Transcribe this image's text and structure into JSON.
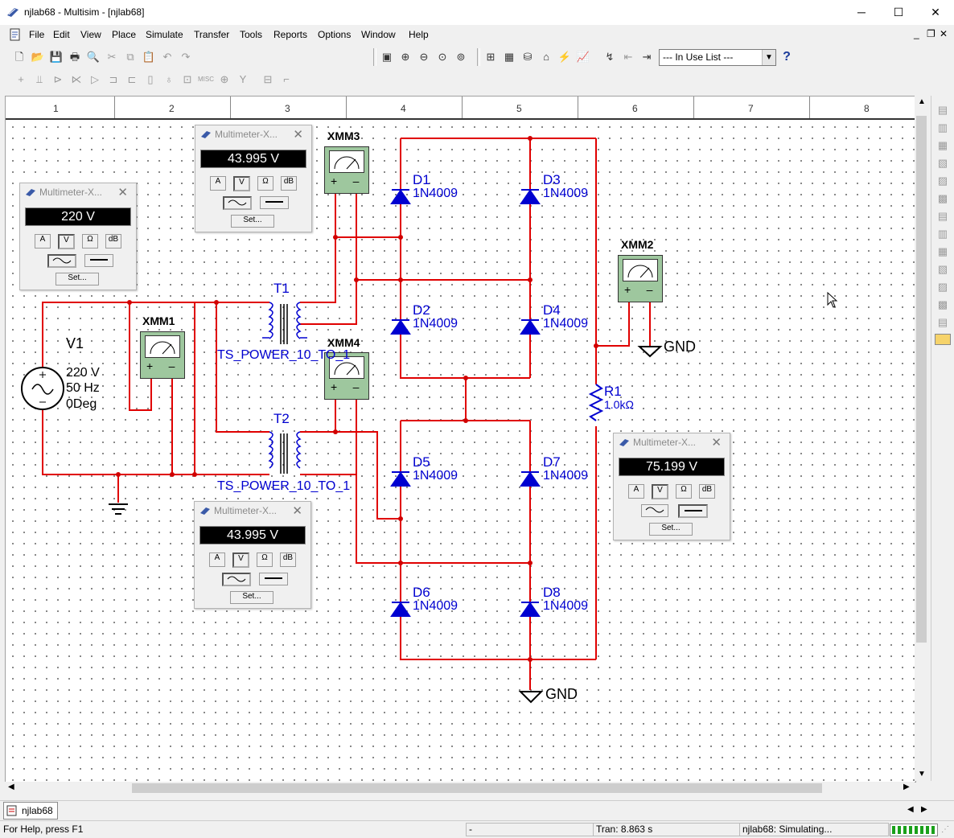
{
  "window": {
    "title": "njlab68 - Multisim - [njlab68]"
  },
  "menu": [
    "File",
    "Edit",
    "View",
    "Place",
    "Simulate",
    "Transfer",
    "Tools",
    "Reports",
    "Options",
    "Window",
    "Help"
  ],
  "toolbar": {
    "in_use_list": "--- In Use List ---",
    "misc_label": "MISC"
  },
  "ruler": [
    "1",
    "2",
    "3",
    "4",
    "5",
    "6",
    "7",
    "8"
  ],
  "components": {
    "V1": {
      "name": "V1",
      "lines": [
        "220 V",
        "50 Hz",
        "0Deg"
      ]
    },
    "T1": {
      "name": "T1",
      "model": "TS_POWER_10_TO_1"
    },
    "T2": {
      "name": "T2",
      "model": "TS_POWER_10_TO_1"
    },
    "R1": {
      "name": "R1",
      "value": "1.0kΩ"
    },
    "diodes": [
      {
        "name": "D1",
        "model": "1N4009"
      },
      {
        "name": "D2",
        "model": "1N4009"
      },
      {
        "name": "D3",
        "model": "1N4009"
      },
      {
        "name": "D4",
        "model": "1N4009"
      },
      {
        "name": "D5",
        "model": "1N4009"
      },
      {
        "name": "D6",
        "model": "1N4009"
      },
      {
        "name": "D7",
        "model": "1N4009"
      },
      {
        "name": "D8",
        "model": "1N4009"
      }
    ],
    "gnd_label": "GND",
    "xmm": [
      "XMM1",
      "XMM2",
      "XMM3",
      "XMM4"
    ]
  },
  "multimeters": [
    {
      "id": "mm-1",
      "title": "Multimeter-X...",
      "reading": "220 V"
    },
    {
      "id": "mm-2",
      "title": "Multimeter-X...",
      "reading": "43.995 V"
    },
    {
      "id": "mm-3",
      "title": "Multimeter-X...",
      "reading": "43.995 V"
    },
    {
      "id": "mm-4",
      "title": "Multimeter-X...",
      "reading": "75.199 V"
    }
  ],
  "mm_buttons": {
    "a": "A",
    "v": "V",
    "ohm": "Ω",
    "db": "dB",
    "set": "Set..."
  },
  "tab": {
    "label": "njlab68"
  },
  "status": {
    "help": "For Help, press F1",
    "dash": "-",
    "tran": "Tran: 8.863 s",
    "sim": "njlab68: Simulating..."
  }
}
